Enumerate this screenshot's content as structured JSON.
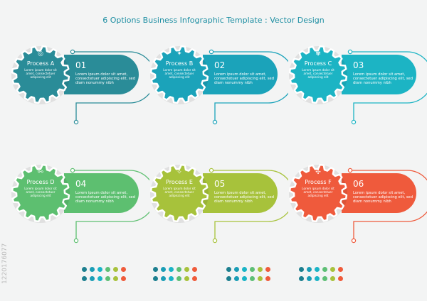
{
  "title": "6 Options Business Infographic Template : Vector Design",
  "watermark_id": "1220176077",
  "palette": [
    "#1d7f8f",
    "#1a9db6",
    "#1ab4c6",
    "#5ebf75",
    "#a8c23c",
    "#ef5b3b"
  ],
  "processes": [
    {
      "name": "Process A",
      "number": "01",
      "icon": "circle-icon",
      "icon_glyph": "◎",
      "color": "#2a8c98",
      "sub": "Lorem ipsum dolor sit amet, consectetuer adipiscing elit",
      "text": "Lorem ipsum dolor sit amet, consectetuer adipiscing elit, sed diam nonummy nibh"
    },
    {
      "name": "Process B",
      "number": "02",
      "icon": "sparkle-icon",
      "icon_glyph": "✦",
      "color": "#1ba3ba",
      "sub": "Lorem ipsum dolor sit amet, consectetuer adipiscing elit",
      "text": "Lorem ipsum dolor sit amet, consectetuer adipiscing elit, sed diam nonummy nibh"
    },
    {
      "name": "Process C",
      "number": "03",
      "icon": "flower-icon",
      "icon_glyph": "✾",
      "color": "#1cb4c4",
      "sub": "Lorem ipsum dolor sit amet, consectetuer adipiscing elit",
      "text": "Lorem ipsum dolor sit amet, consectetuer adipiscing elit, sed diam nonummy nibh"
    },
    {
      "name": "Process D",
      "number": "04",
      "icon": "link-icon",
      "icon_glyph": "⚯",
      "color": "#5dbf70",
      "sub": "Lorem ipsum dolor sit amet, consectetuer adipiscing elit",
      "text": "Lorem ipsum dolor sit amet, consectetuer adipiscing elit, sed diam nonummy nibh"
    },
    {
      "name": "Process E",
      "number": "05",
      "icon": "star-icon",
      "icon_glyph": "✧",
      "color": "#a7c23b",
      "sub": "Lorem ipsum dolor sit amet, consectetuer adipiscing elit",
      "text": "Lorem ipsum dolor sit amet, consectetuer adipiscing elit, sed diam nonummy nibh"
    },
    {
      "name": "Process F",
      "number": "06",
      "icon": "compass-icon",
      "icon_glyph": "✣",
      "color": "#ef5a3c",
      "sub": "Lorem ipsum dolor sit amet, consectetuer adipiscing elit",
      "text": "Lorem ipsum dolor sit amet, consectetuer adipiscing elit, sed diam nonummy nibh"
    }
  ]
}
